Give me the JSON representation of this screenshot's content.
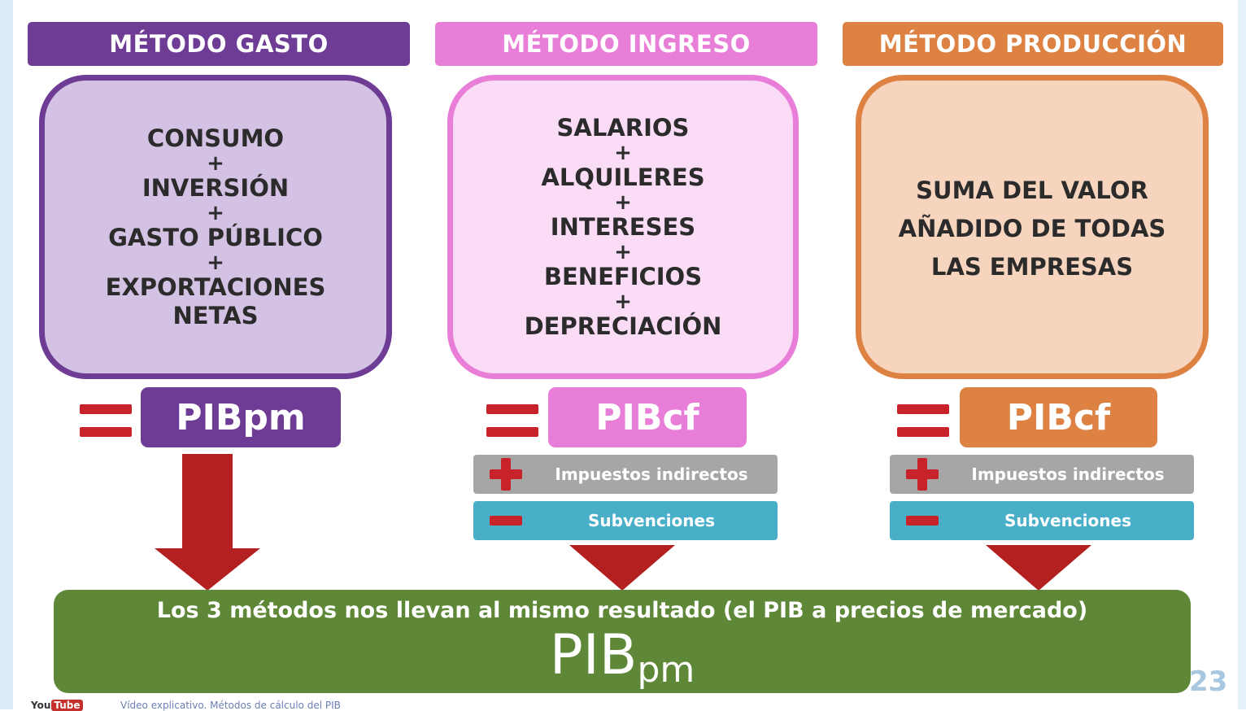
{
  "colors": {
    "gasto": "#6e3b95",
    "gasto_box_bg": "#d3c2e3",
    "ingreso": "#e87ed8",
    "ingreso_box_bg": "#fadcf6",
    "produccion": "#dd8243",
    "produccion_box_bg": "#f6d4bd",
    "equals": "#c8232b",
    "arrow": "#b3201f",
    "banner": "#5f8738",
    "strip_grey": "#a6a6a6",
    "strip_blue": "#49afc9"
  },
  "columns": [
    {
      "header": "MÉTODO GASTO",
      "lines": [
        "CONSUMO",
        "+",
        "INVERSIÓN",
        "+",
        "GASTO PÚBLICO",
        "+",
        "EXPORTACIONES",
        "NETAS"
      ],
      "result": "PIBpm"
    },
    {
      "header": "MÉTODO INGRESO",
      "lines": [
        "SALARIOS",
        "+",
        "ALQUILERES",
        "+",
        "INTERESES",
        "+",
        "BENEFICIOS",
        "+",
        "DEPRECIACIÓN"
      ],
      "result": "PIBcf",
      "adjustments": [
        "Impuestos indirectos",
        "Subvenciones"
      ]
    },
    {
      "header": "MÉTODO PRODUCCIÓN",
      "lines": [
        "SUMA DEL VALOR",
        "AÑADIDO DE TODAS",
        "LAS EMPRESAS"
      ],
      "result": "PIBcf",
      "adjustments": [
        "Impuestos indirectos",
        "Subvenciones"
      ]
    }
  ],
  "banner": {
    "text": "Los 3 métodos nos llevan al mismo resultado (el PIB a precios de mercado)",
    "big_main": "PIB",
    "big_sub": "pm"
  },
  "page_number": "23",
  "footer": {
    "logo_you": "You",
    "logo_tube": "Tube",
    "link": "Vídeo explicativo. Métodos de cálculo del PIB"
  }
}
